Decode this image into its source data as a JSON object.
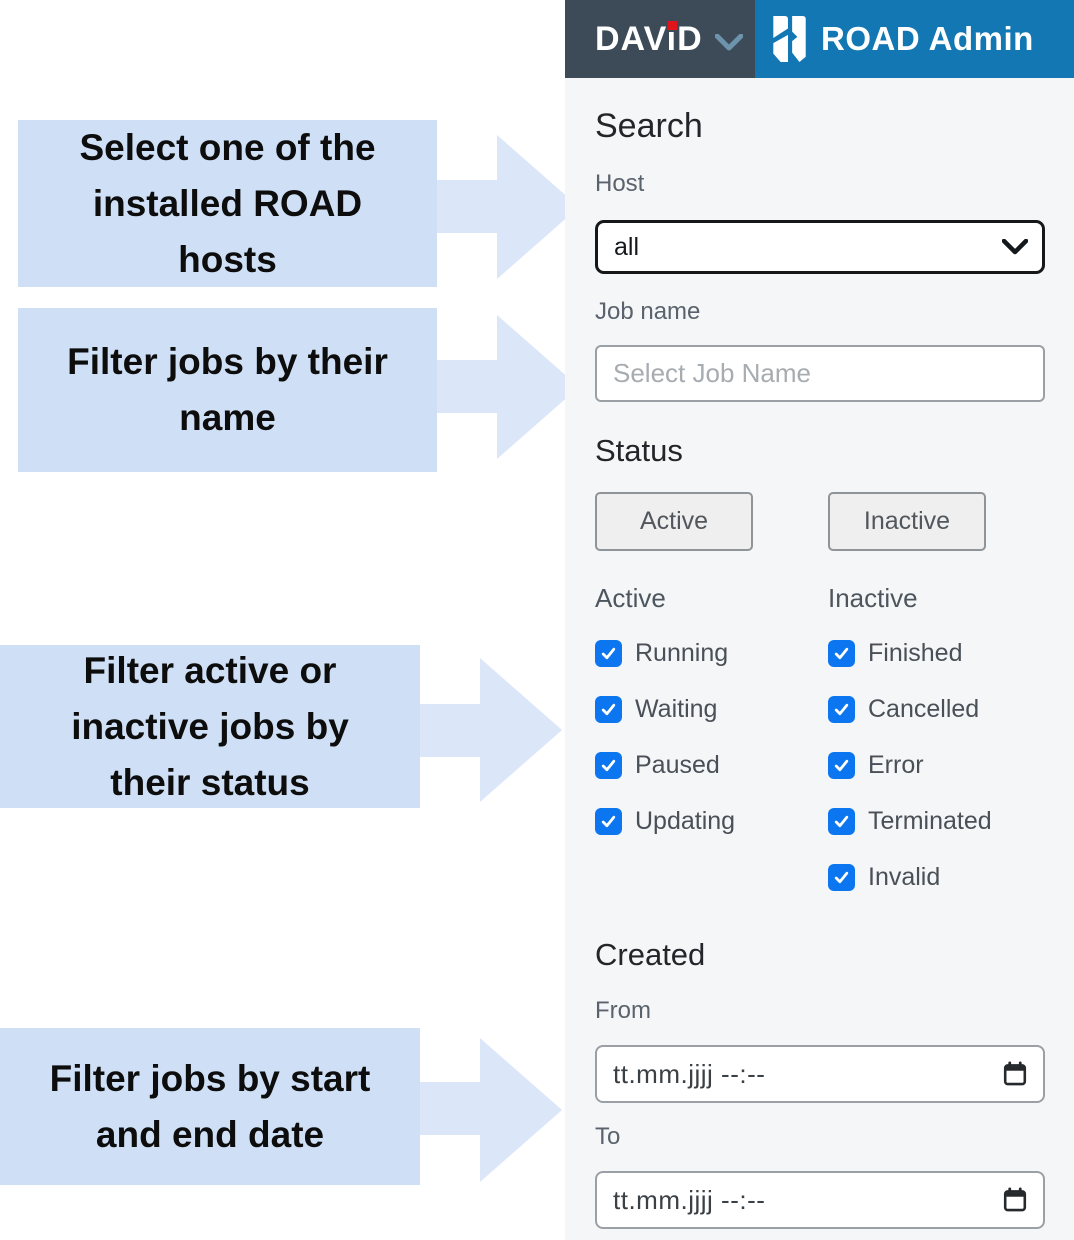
{
  "annotations": {
    "callouts": [
      {
        "text": "Select one of the\ninstalled ROAD\nhosts"
      },
      {
        "text": "Filter jobs by their\nname"
      },
      {
        "text": "Filter active or\ninactive jobs by\ntheir status"
      },
      {
        "text": "Filter jobs by start\nand end date"
      }
    ]
  },
  "header": {
    "brand": "DAViD",
    "app_title": "ROAD Admin"
  },
  "search": {
    "title": "Search",
    "host": {
      "label": "Host",
      "selected": "all"
    },
    "job_name": {
      "label": "Job name",
      "placeholder": "Select Job Name"
    },
    "status": {
      "title": "Status",
      "active_button": "Active",
      "inactive_button": "Inactive",
      "active_group": {
        "label": "Active",
        "options": [
          {
            "label": "Running",
            "checked": true
          },
          {
            "label": "Waiting",
            "checked": true
          },
          {
            "label": "Paused",
            "checked": true
          },
          {
            "label": "Updating",
            "checked": true
          }
        ]
      },
      "inactive_group": {
        "label": "Inactive",
        "options": [
          {
            "label": "Finished",
            "checked": true
          },
          {
            "label": "Cancelled",
            "checked": true
          },
          {
            "label": "Error",
            "checked": true
          },
          {
            "label": "Terminated",
            "checked": true
          },
          {
            "label": "Invalid",
            "checked": true
          }
        ]
      }
    },
    "created": {
      "title": "Created",
      "from_label": "From",
      "to_label": "To",
      "datetime_display": "tt.mm.jjjj --:--"
    }
  },
  "colors": {
    "callout_box": "#cfe0f6",
    "callout_arrow": "#dbe7f9",
    "header_dark": "#3d4b58",
    "header_blue": "#1377b4",
    "brand_dot_red": "#e0151b",
    "checkbox_blue": "#0b76ef",
    "panel_bg": "#f5f6f7"
  }
}
